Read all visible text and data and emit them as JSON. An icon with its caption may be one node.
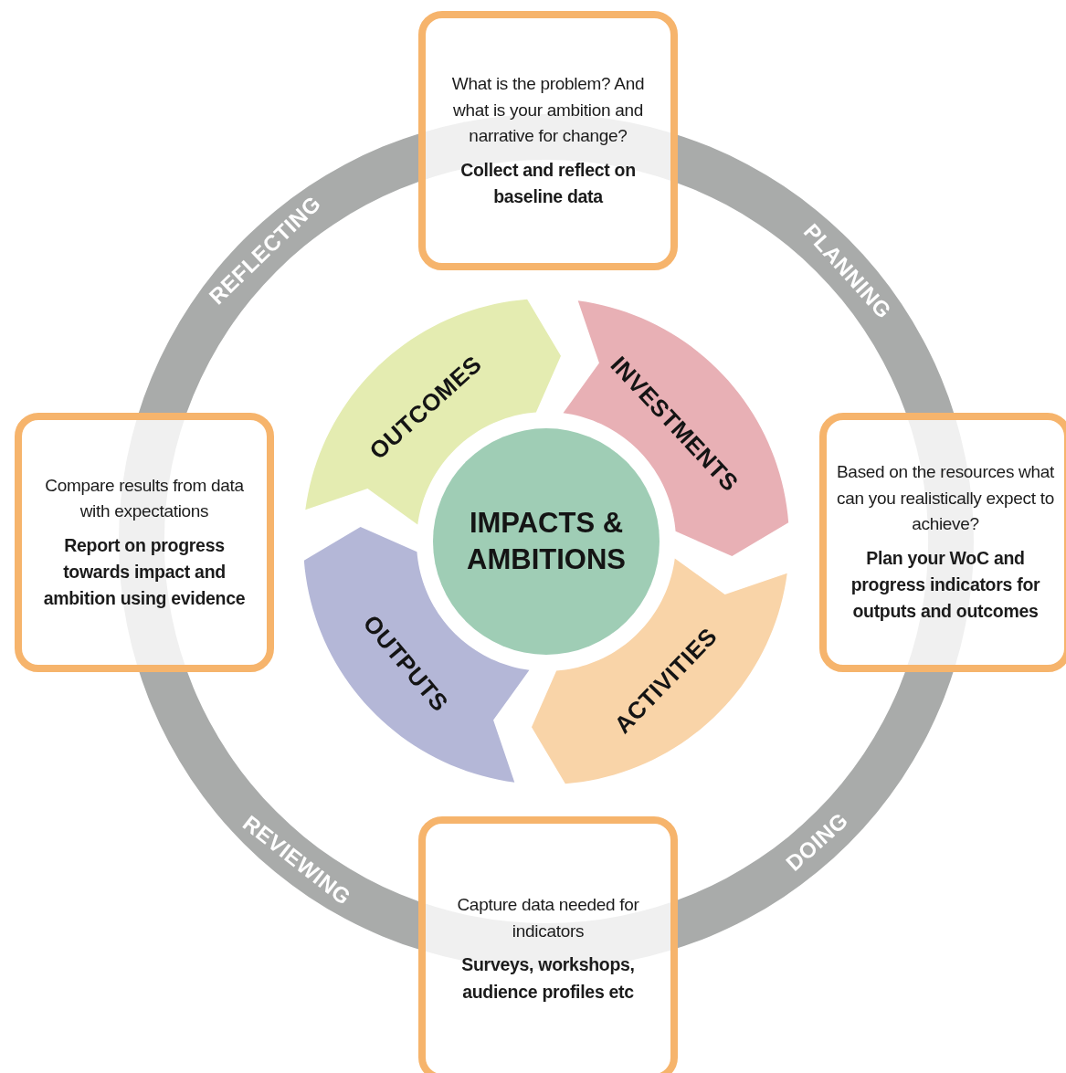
{
  "diagram": {
    "nodes": [
      {
        "text": [
          "What is the problem? And what is your ambition and narrative for change?",
          "Collect and reflect on baseline data"
        ]
      },
      {
        "text": [
          "OUTCOMES"
        ]
      },
      {
        "text": [
          "INVESTMENTS"
        ]
      },
      {
        "text": [
          "Compare results from data with expectations",
          "Report on progress towards impact and ambition using evidence"
        ]
      },
      {
        "text": [
          "IMPACTS & AMBITIONS"
        ]
      },
      {
        "text": [
          "Based on the resources what can you realistically expect to achieve?",
          "Plan your WoC and progress indicators for outputs and outcomes"
        ]
      },
      {
        "text": [
          "OUTPUTS"
        ]
      },
      {
        "text": [
          "ACTIVITIES"
        ]
      },
      {
        "text": [
          "Capture data needed for indicators",
          "Surveys, workshops, audience profiles etc"
        ]
      }
    ],
    "labels": [
      "REFLECTING",
      "PLANNING",
      "REVIEWING",
      "DOING"
    ]
  }
}
